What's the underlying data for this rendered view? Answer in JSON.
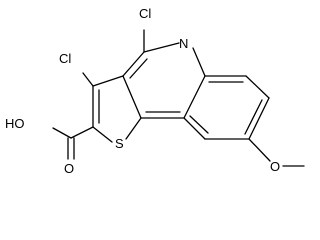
{
  "molecule": {
    "atoms": {
      "cl_c4": "Cl",
      "cl_c3": "Cl",
      "n1": "N",
      "s1": "S",
      "oh": "HO",
      "o_carbonyl": "O",
      "o_methoxy": "O"
    },
    "colors": {
      "bond": "#000000",
      "label": "#000000"
    }
  }
}
